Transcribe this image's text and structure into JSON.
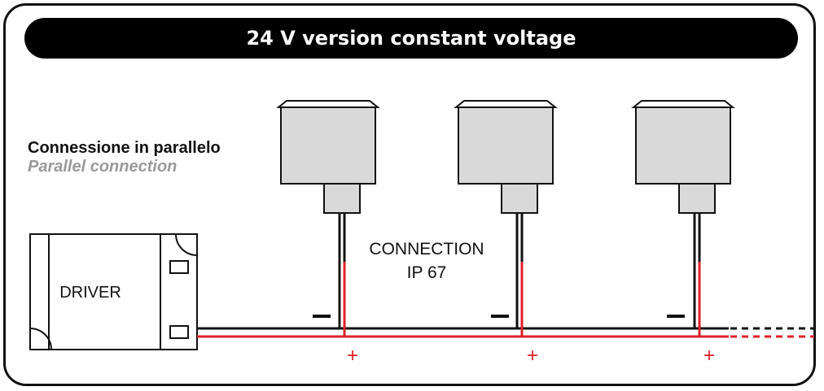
{
  "title": "24 V version constant voltage",
  "connection_label_it": "Connessione in parallelo",
  "connection_label_en": "Parallel connection",
  "driver_label": "DRIVER",
  "connection_note": {
    "line1": "CONNECTION",
    "line2": "IP 67"
  },
  "lights": [
    {
      "minus": "−",
      "plus": "+"
    },
    {
      "minus": "−",
      "plus": "+"
    },
    {
      "minus": "−",
      "plus": "+"
    }
  ],
  "colors": {
    "positive_wire": "#e0202a",
    "negative_wire": "#111111",
    "fixture_fill": "#d9d9d9",
    "title_bar": "#000000",
    "subtitle_gray": "#9a9a9a"
  }
}
